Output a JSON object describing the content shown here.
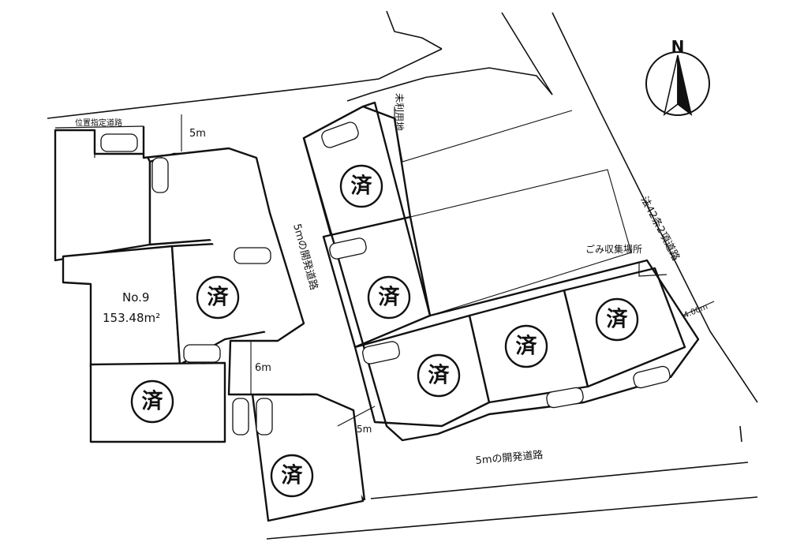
{
  "compass": {
    "label": "N"
  },
  "road_labels": {
    "north_east_road": "法42条2項道路",
    "top_left_road": "位置指定道路",
    "center_road": "5ｍの開発道路",
    "bottom_road": "5mの開発道路"
  },
  "dimensions": {
    "top_gap": "5m",
    "center_gap": "6m",
    "bottom_gap": "5m",
    "east_width": "4.00m"
  },
  "facilities": {
    "unused_land": "未利用地",
    "garbage_station": "ごみ収集場所"
  },
  "lot_no9": {
    "number": "No.9",
    "area": "153.48m²"
  },
  "sold_mark": "済"
}
